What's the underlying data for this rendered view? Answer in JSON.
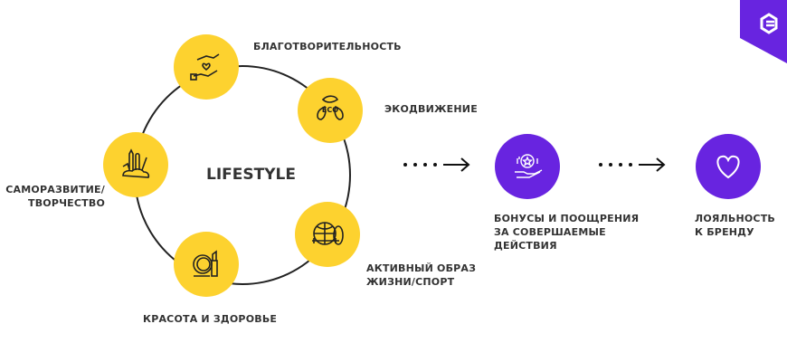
{
  "center_label": "LIFESTYLE",
  "nodes": [
    {
      "label": "БЛАГОТВОРИТЕЛЬНОСТЬ",
      "icon": "charity-hands-heart-icon"
    },
    {
      "label": "ЭКОДВИЖЕНИЕ",
      "icon": "eco-leaves-icon",
      "icon_text": "ECO"
    },
    {
      "label": "САМОРАЗВИТИЕ/\nТВОРЧЕСТВО",
      "icon": "brushes-icon"
    },
    {
      "label": "КРАСОТА И ЗДОРОВЬЕ",
      "icon": "cosmetics-icon"
    },
    {
      "label": "АКТИВНЫЙ ОБРАЗ\nЖИЗНИ/СПОРТ",
      "icon": "sport-balls-icon"
    }
  ],
  "flow": [
    {
      "label": "БОНУСЫ  И ПООЩРЕНИЯ\nЗА СОВЕРШАЕМЫЕ\nДЕЙСТВИЯ",
      "icon": "hand-star-coin-icon"
    },
    {
      "label": "ЛОЯЛЬНОСТЬ\nК БРЕНДУ",
      "icon": "heart-icon"
    }
  ],
  "colors": {
    "yellow": "#fdd22f",
    "purple": "#6824e0",
    "text": "#333333"
  }
}
